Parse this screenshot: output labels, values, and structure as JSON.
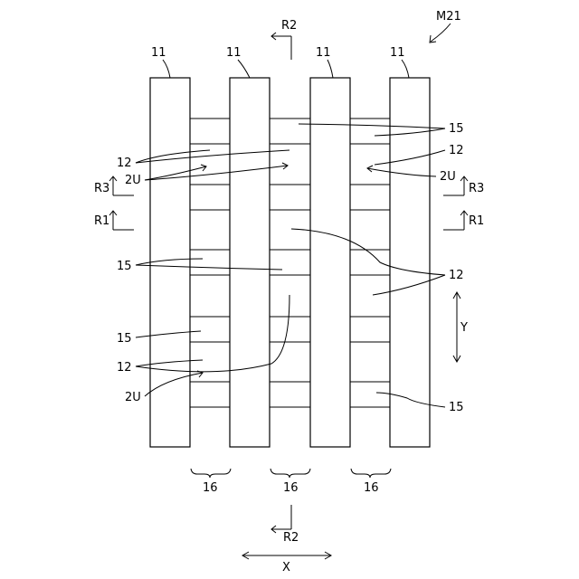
{
  "labels": {
    "figure_id": "M21",
    "column": "11",
    "layer12": "12",
    "layer15": "15",
    "unit2u": "2U",
    "group16": "16",
    "section_r1": "R1",
    "section_r2": "R2",
    "section_r3": "R3",
    "axis_x": "X",
    "axis_y": "Y"
  }
}
